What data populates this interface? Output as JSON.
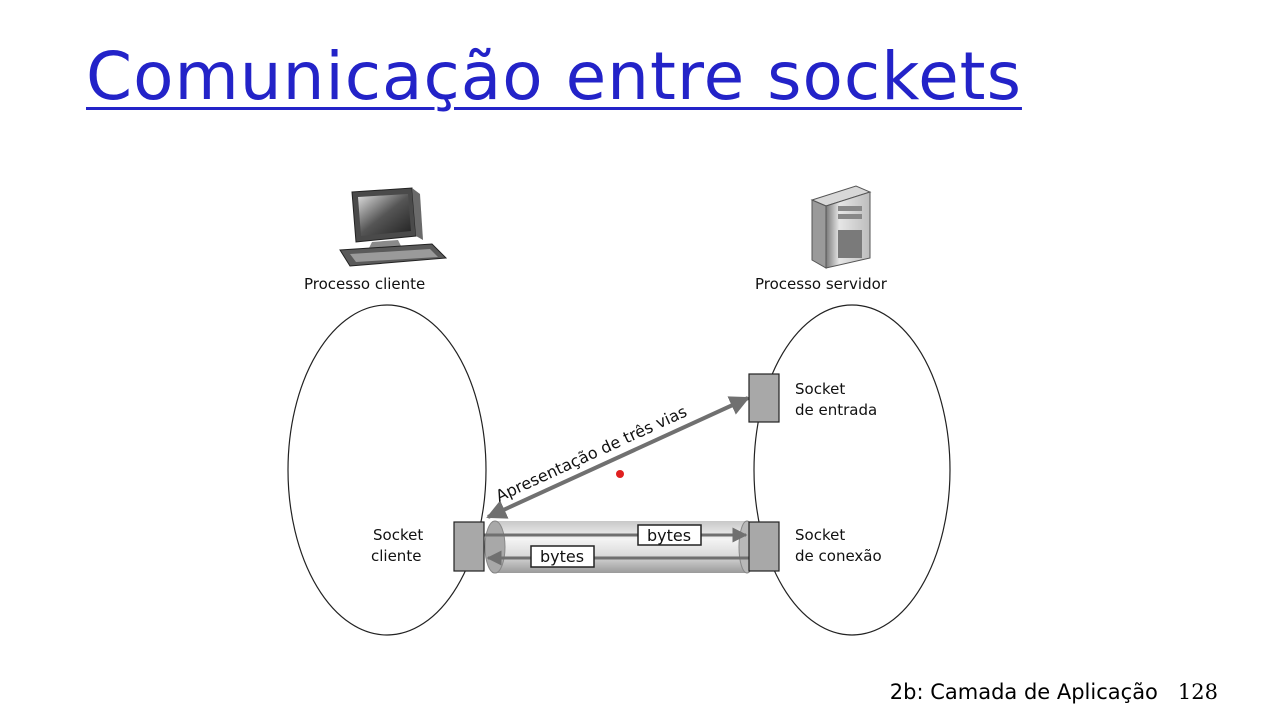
{
  "title": "Comunicação entre sockets",
  "diagram": {
    "client_process": "Processo cliente",
    "server_process": "Processo servidor",
    "welcome_socket": [
      "Socket",
      "de entrada"
    ],
    "connection_socket": [
      "Socket",
      "de conexão"
    ],
    "client_socket": [
      "Socket",
      "cliente"
    ],
    "handshake": "Apresentação de três vias",
    "bytes_to_server": "bytes",
    "bytes_to_client": "bytes",
    "icons": [
      "desktop-computer-icon",
      "server-tower-icon"
    ]
  },
  "footer": {
    "chapter": "2b: Camada de Aplicação",
    "page": "128"
  }
}
